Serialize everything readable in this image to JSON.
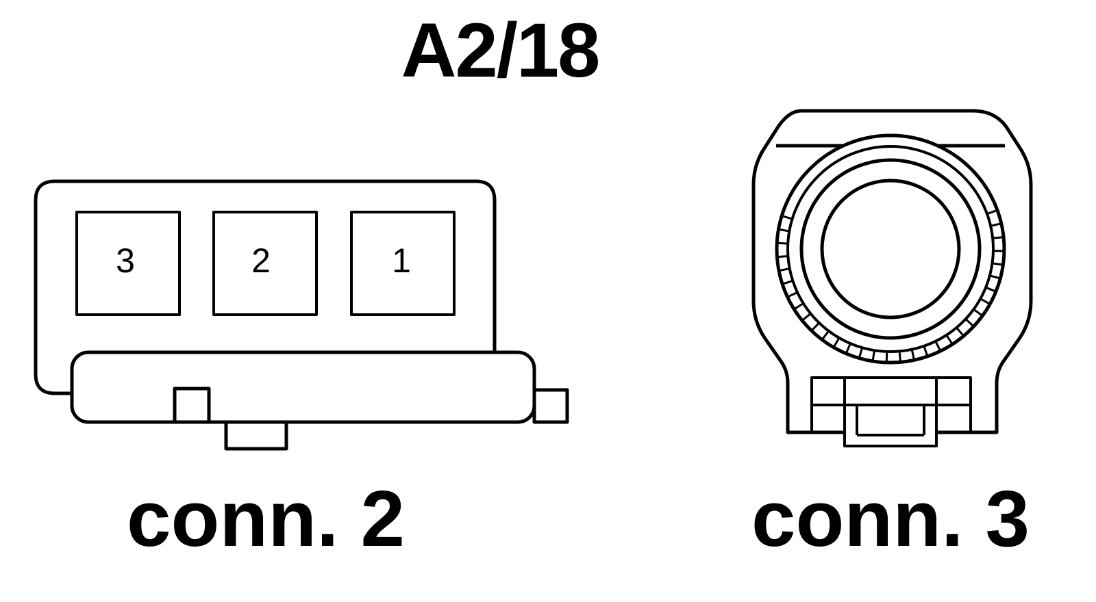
{
  "title": "A2/18",
  "connector_2": {
    "caption": "conn. 2",
    "pins": [
      "3",
      "2",
      "1"
    ]
  },
  "connector_3": {
    "caption": "conn. 3"
  },
  "colors": {
    "stroke": "#000000",
    "background": "#ffffff"
  }
}
